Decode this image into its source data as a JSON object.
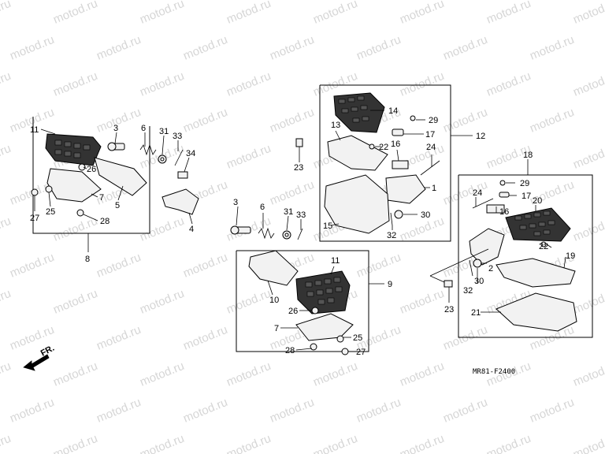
{
  "watermark": "motod.ru",
  "diagram_code": "MR81-F2400",
  "front_marker": "FR.",
  "callouts": {
    "a11": "11",
    "a3": "3",
    "a6": "6",
    "a31": "31",
    "a33": "33",
    "a34": "34",
    "a26": "26",
    "a7": "7",
    "a5": "5",
    "a4": "4",
    "a27": "27",
    "a25": "25",
    "a28": "28",
    "a8": "8",
    "b23": "23",
    "b3": "3",
    "b6": "6",
    "b31": "31",
    "b33": "33",
    "b11": "11",
    "b9": "9",
    "b10": "10",
    "b26": "26",
    "b7": "7",
    "b25": "25",
    "b28": "28",
    "b27": "27",
    "c14": "14",
    "c13": "13",
    "c29": "29",
    "c12": "12",
    "c16": "16",
    "c17": "17",
    "c22": "22",
    "c24": "24",
    "c1": "1",
    "c30": "30",
    "c15": "15",
    "c32": "32",
    "d18": "18",
    "d29": "29",
    "d24": "24",
    "d17": "17",
    "d16": "16",
    "d20": "20",
    "d22": "22",
    "d19": "19",
    "d32": "32",
    "d30": "30",
    "d2": "2",
    "d23": "23",
    "d21": "21"
  }
}
